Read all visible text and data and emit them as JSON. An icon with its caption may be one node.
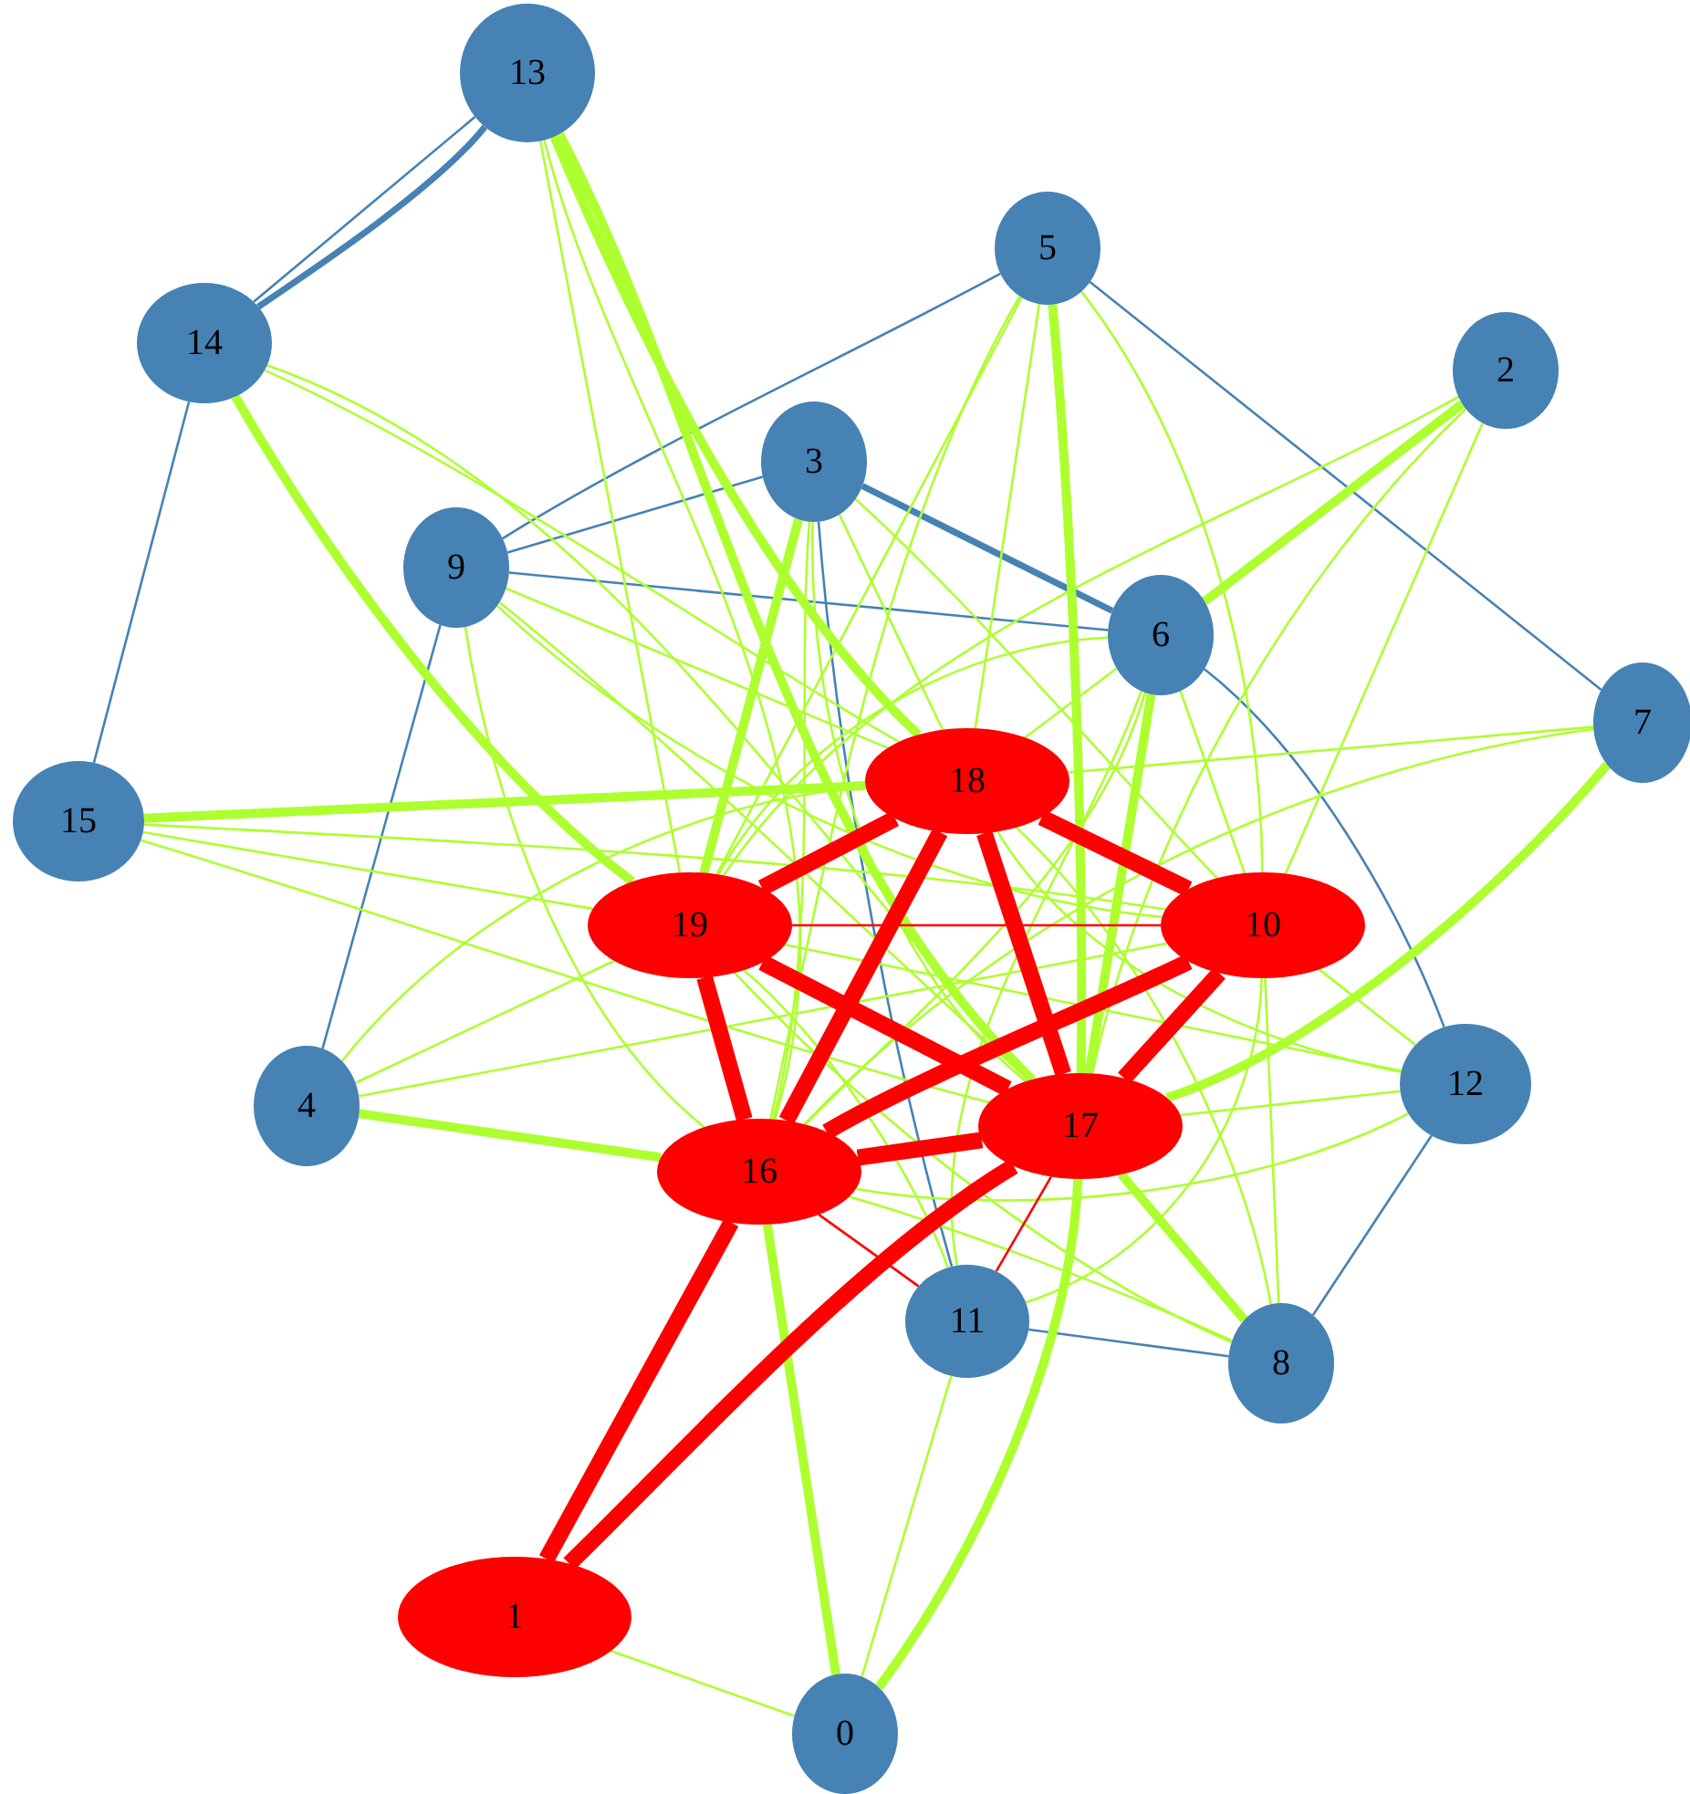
{
  "diagram": {
    "nodes": [
      {
        "text": [
          "13"
        ]
      },
      {
        "text": [
          "5"
        ]
      },
      {
        "text": [
          "14"
        ]
      },
      {
        "text": [
          "2"
        ]
      },
      {
        "text": [
          "3"
        ]
      },
      {
        "text": [
          "9"
        ]
      },
      {
        "text": [
          "6"
        ]
      },
      {
        "text": [
          "7"
        ]
      },
      {
        "text": [
          "18"
        ]
      },
      {
        "text": [
          "15"
        ]
      },
      {
        "text": [
          "19"
        ]
      },
      {
        "text": [
          "10"
        ]
      },
      {
        "text": [
          "12"
        ]
      },
      {
        "text": [
          "4"
        ]
      },
      {
        "text": [
          "17"
        ]
      },
      {
        "text": [
          "16"
        ]
      },
      {
        "text": [
          "11"
        ]
      },
      {
        "text": [
          "8"
        ]
      },
      {
        "text": [
          "1"
        ]
      },
      {
        "text": [
          "0"
        ]
      }
    ],
    "edges": [
      {
        "from": 0,
        "to": 2,
        "arrow": "none",
        "color": "#4682b4"
      },
      {
        "from": 0,
        "to": 2,
        "arrow": "none",
        "color": "#4682b4",
        "style": "thick"
      },
      {
        "from": 2,
        "to": 9,
        "arrow": "none",
        "color": "#4682b4"
      },
      {
        "from": 1,
        "to": 5,
        "arrow": "none",
        "color": "#4682b4"
      },
      {
        "from": 1,
        "to": 7,
        "arrow": "none",
        "color": "#4682b4"
      },
      {
        "from": 4,
        "to": 5,
        "arrow": "none",
        "color": "#4682b4"
      },
      {
        "from": 4,
        "to": 6,
        "arrow": "none",
        "color": "#4682b4",
        "style": "thick"
      },
      {
        "from": 5,
        "to": 6,
        "arrow": "none",
        "color": "#4682b4"
      },
      {
        "from": 5,
        "to": 13,
        "arrow": "none",
        "color": "#4682b4"
      },
      {
        "from": 4,
        "to": 16,
        "arrow": "none",
        "color": "#4682b4"
      },
      {
        "from": 6,
        "to": 12,
        "arrow": "none",
        "color": "#4682b4"
      },
      {
        "from": 12,
        "to": 17,
        "arrow": "none",
        "color": "#4682b4"
      },
      {
        "from": 16,
        "to": 17,
        "arrow": "none",
        "color": "#4682b4"
      },
      {
        "from": 15,
        "to": 18,
        "arrow": "none",
        "color": "#ff0000",
        "style": "thick"
      },
      {
        "from": 18,
        "to": 14,
        "arrow": "none",
        "color": "#ff0000",
        "style": "thick"
      },
      {
        "from": 8,
        "to": 10,
        "arrow": "none",
        "color": "#ff0000",
        "style": "thick"
      },
      {
        "from": 8,
        "to": 11,
        "arrow": "none",
        "color": "#ff0000",
        "style": "thick"
      },
      {
        "from": 8,
        "to": 14,
        "arrow": "none",
        "color": "#ff0000",
        "style": "thick"
      },
      {
        "from": 8,
        "to": 15,
        "arrow": "none",
        "color": "#ff0000",
        "style": "thick"
      },
      {
        "from": 10,
        "to": 15,
        "arrow": "none",
        "color": "#ff0000",
        "style": "thick"
      },
      {
        "from": 10,
        "to": 14,
        "arrow": "none",
        "color": "#ff0000",
        "style": "thick"
      },
      {
        "from": 10,
        "to": 11,
        "arrow": "none",
        "color": "#ff0000"
      },
      {
        "from": 11,
        "to": 14,
        "arrow": "none",
        "color": "#ff0000",
        "style": "thick"
      },
      {
        "from": 11,
        "to": 15,
        "arrow": "none",
        "color": "#ff0000",
        "style": "thick"
      },
      {
        "from": 15,
        "to": 14,
        "arrow": "none",
        "color": "#ff0000",
        "style": "thick"
      },
      {
        "from": 14,
        "to": 16,
        "arrow": "none",
        "color": "#ff0000"
      },
      {
        "from": 15,
        "to": 16,
        "arrow": "none",
        "color": "#ff0000"
      },
      {
        "from": 0,
        "to": 8,
        "arrow": "none",
        "style": "thick"
      },
      {
        "from": 0,
        "to": 14,
        "arrow": "none",
        "style": "thick"
      },
      {
        "from": 0,
        "to": 10,
        "arrow": "none"
      },
      {
        "from": 0,
        "to": 15,
        "arrow": "none"
      },
      {
        "from": 2,
        "to": 10,
        "arrow": "none",
        "style": "thick"
      },
      {
        "from": 2,
        "to": 14,
        "arrow": "none"
      },
      {
        "from": 2,
        "to": 8,
        "arrow": "none"
      },
      {
        "from": 9,
        "to": 8,
        "arrow": "none",
        "style": "thick"
      },
      {
        "from": 9,
        "to": 10,
        "arrow": "none"
      },
      {
        "from": 9,
        "to": 14,
        "arrow": "none"
      },
      {
        "from": 9,
        "to": 11,
        "arrow": "none"
      },
      {
        "from": 5,
        "to": 8,
        "arrow": "none"
      },
      {
        "from": 5,
        "to": 14,
        "arrow": "none"
      },
      {
        "from": 5,
        "to": 15,
        "arrow": "none"
      },
      {
        "from": 5,
        "to": 11,
        "arrow": "none"
      },
      {
        "from": 4,
        "to": 10,
        "arrow": "none",
        "style": "thick"
      },
      {
        "from": 4,
        "to": 15,
        "arrow": "none"
      },
      {
        "from": 4,
        "to": 14,
        "arrow": "none"
      },
      {
        "from": 4,
        "to": 8,
        "arrow": "none"
      },
      {
        "from": 4,
        "to": 11,
        "arrow": "none"
      },
      {
        "from": 1,
        "to": 8,
        "arrow": "none"
      },
      {
        "from": 1,
        "to": 10,
        "arrow": "none"
      },
      {
        "from": 1,
        "to": 14,
        "arrow": "none",
        "style": "thick"
      },
      {
        "from": 1,
        "to": 11,
        "arrow": "none"
      },
      {
        "from": 1,
        "to": 15,
        "arrow": "none"
      },
      {
        "from": 3,
        "to": 6,
        "arrow": "none",
        "style": "thick"
      },
      {
        "from": 3,
        "to": 10,
        "arrow": "none"
      },
      {
        "from": 3,
        "to": 14,
        "arrow": "none"
      },
      {
        "from": 3,
        "to": 11,
        "arrow": "none"
      },
      {
        "from": 6,
        "to": 8,
        "arrow": "none"
      },
      {
        "from": 6,
        "to": 10,
        "arrow": "none"
      },
      {
        "from": 6,
        "to": 15,
        "arrow": "none"
      },
      {
        "from": 6,
        "to": 14,
        "arrow": "none",
        "style": "thick"
      },
      {
        "from": 6,
        "to": 11,
        "arrow": "none"
      },
      {
        "from": 6,
        "to": 16,
        "arrow": "none"
      },
      {
        "from": 7,
        "to": 14,
        "arrow": "none",
        "style": "thick"
      },
      {
        "from": 7,
        "to": 8,
        "arrow": "none"
      },
      {
        "from": 7,
        "to": 15,
        "arrow": "none"
      },
      {
        "from": 13,
        "to": 10,
        "arrow": "none"
      },
      {
        "from": 13,
        "to": 8,
        "arrow": "none"
      },
      {
        "from": 13,
        "to": 15,
        "arrow": "none",
        "style": "thick"
      },
      {
        "from": 13,
        "to": 11,
        "arrow": "none"
      },
      {
        "from": 12,
        "to": 14,
        "arrow": "none"
      },
      {
        "from": 12,
        "to": 10,
        "arrow": "none"
      },
      {
        "from": 12,
        "to": 8,
        "arrow": "none"
      },
      {
        "from": 12,
        "to": 15,
        "arrow": "none"
      },
      {
        "from": 12,
        "to": 11,
        "arrow": "none"
      },
      {
        "from": 17,
        "to": 10,
        "arrow": "none"
      },
      {
        "from": 17,
        "to": 8,
        "arrow": "none"
      },
      {
        "from": 17,
        "to": 14,
        "arrow": "none",
        "style": "thick"
      },
      {
        "from": 17,
        "to": 15,
        "arrow": "none"
      },
      {
        "from": 17,
        "to": 11,
        "arrow": "none"
      },
      {
        "from": 19,
        "to": 15,
        "arrow": "none",
        "style": "thick"
      },
      {
        "from": 19,
        "to": 14,
        "arrow": "none",
        "style": "thick"
      },
      {
        "from": 19,
        "to": 16,
        "arrow": "none"
      },
      {
        "from": 19,
        "to": 18,
        "arrow": "none"
      },
      {
        "from": 16,
        "to": 10,
        "arrow": "none"
      },
      {
        "from": 16,
        "to": 11,
        "arrow": "none"
      }
    ]
  }
}
